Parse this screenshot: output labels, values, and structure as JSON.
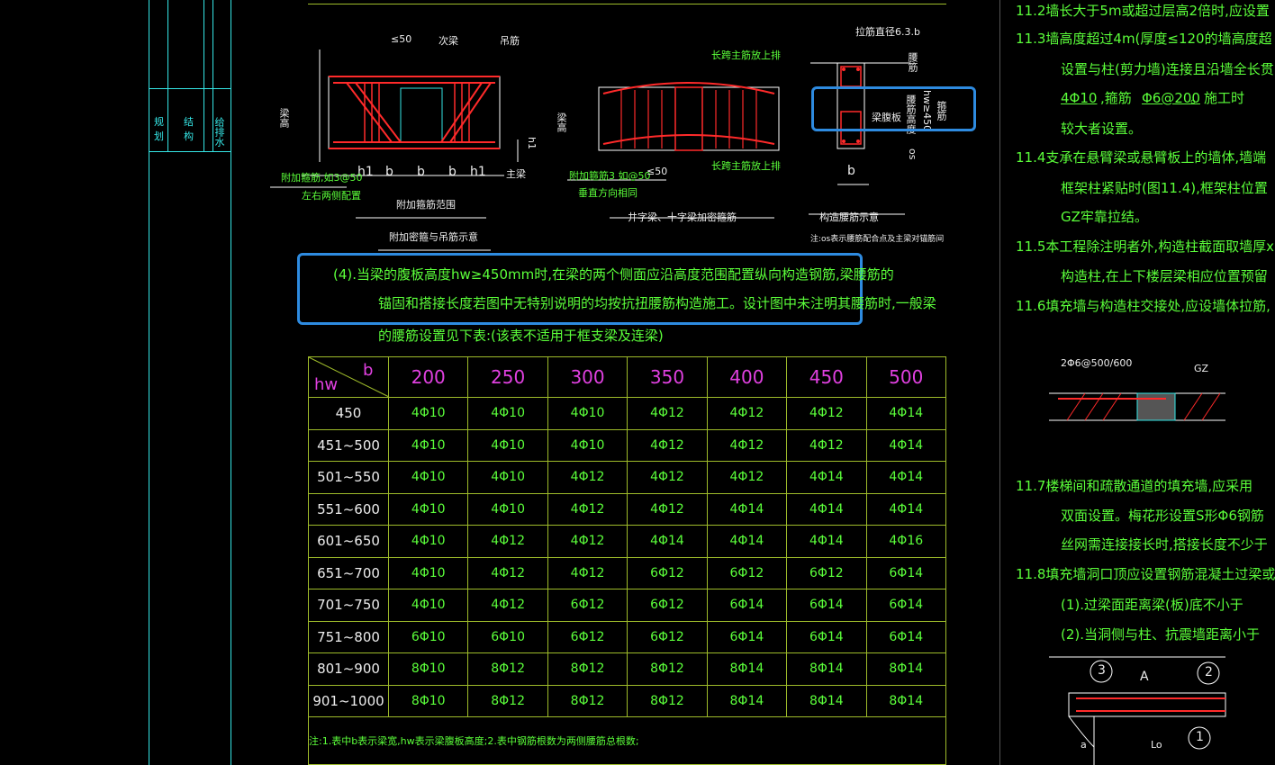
{
  "title_block": {
    "labels": [
      "规",
      "划",
      "结",
      "构",
      "给排水"
    ]
  },
  "figures": {
    "fig1": {
      "caption": "附加箍筋范围",
      "title": "附加密箍与吊筋示意",
      "labels": {
        "le50": "≤50",
        "secondary_beam": "次梁",
        "hanger": "吊筋",
        "beam_height": "梁高",
        "main_beam": "主梁",
        "h1_right": "h1",
        "dims": [
          "h1",
          "b",
          "b",
          "b",
          "h1"
        ],
        "note1": "附加箍筋,如3@50",
        "note2": "左右两侧配置"
      }
    },
    "fig2": {
      "title": "井字梁、十字梁加密箍筋",
      "labels": {
        "top": "长跨主筋放上排",
        "bottom": "长跨主筋放上排",
        "beam_height": "梁高",
        "note1": "附加箍筋3 如@50",
        "note2": "垂直方向相同",
        "le50": "≤50"
      }
    },
    "fig3": {
      "title": "构造腰筋示意",
      "note": "注:os表示腰筋配合点及主梁对锚筋间",
      "labels": {
        "tie": "拉筋直径6.3.b",
        "side": "腰筋",
        "web_bar": "腰筋高度",
        "hw": "hw≥450",
        "rebar": "箍筋",
        "web": "梁腹板",
        "b": "b",
        "os": "os"
      }
    }
  },
  "paragraph": {
    "line1": "(4).当梁的腹板高度hw≥450mm时,在梁的两个侧面应沿高度范围配置纵向构造钢筋,梁腰筋的",
    "line2": "锚固和搭接长度若图中无特别说明的均按抗扭腰筋构造施工。设计图中未注明其腰筋时,一般梁",
    "line3": "的腰筋设置见下表:(该表不适用于框支梁及连梁)"
  },
  "table": {
    "corner_b": "b",
    "corner_hw": "hw",
    "columns": [
      "200",
      "250",
      "300",
      "350",
      "400",
      "450",
      "500"
    ],
    "rows": [
      {
        "hw": "450",
        "cells": [
          "4Φ10",
          "4Φ10",
          "4Φ10",
          "4Φ12",
          "4Φ12",
          "4Φ12",
          "4Φ14"
        ]
      },
      {
        "hw": "451~500",
        "cells": [
          "4Φ10",
          "4Φ10",
          "4Φ10",
          "4Φ12",
          "4Φ12",
          "4Φ12",
          "4Φ14"
        ]
      },
      {
        "hw": "501~550",
        "cells": [
          "4Φ10",
          "4Φ10",
          "4Φ12",
          "4Φ12",
          "4Φ12",
          "4Φ14",
          "4Φ14"
        ]
      },
      {
        "hw": "551~600",
        "cells": [
          "4Φ10",
          "4Φ10",
          "4Φ12",
          "4Φ12",
          "4Φ14",
          "4Φ14",
          "4Φ14"
        ]
      },
      {
        "hw": "601~650",
        "cells": [
          "4Φ10",
          "4Φ12",
          "4Φ12",
          "4Φ14",
          "4Φ14",
          "4Φ14",
          "4Φ16"
        ]
      },
      {
        "hw": "651~700",
        "cells": [
          "4Φ10",
          "4Φ12",
          "4Φ12",
          "6Φ12",
          "6Φ12",
          "6Φ12",
          "6Φ14"
        ]
      },
      {
        "hw": "701~750",
        "cells": [
          "4Φ10",
          "4Φ12",
          "6Φ12",
          "6Φ12",
          "6Φ14",
          "6Φ14",
          "6Φ14"
        ]
      },
      {
        "hw": "751~800",
        "cells": [
          "6Φ10",
          "6Φ10",
          "6Φ12",
          "6Φ12",
          "6Φ14",
          "6Φ14",
          "6Φ14"
        ]
      },
      {
        "hw": "801~900",
        "cells": [
          "8Φ10",
          "8Φ12",
          "8Φ12",
          "8Φ12",
          "8Φ14",
          "8Φ14",
          "8Φ14"
        ]
      },
      {
        "hw": "901~1000",
        "cells": [
          "8Φ10",
          "8Φ12",
          "8Φ12",
          "8Φ12",
          "8Φ14",
          "8Φ14",
          "8Φ14"
        ]
      }
    ],
    "note": "注:1.表中b表示梁宽,hw表示梁腹板高度;2.表中钢筋根数为两侧腰筋总根数;"
  },
  "right_notes": {
    "n1": "11.2墙长大于5m或超过层高2倍时,应设置",
    "n2": "11.3墙高度超过4m(厚度≤120的墙高度超",
    "n2b": "设置与柱(剪力墙)连接且沿墙全长贯",
    "n2c": "4Φ10",
    "n2c2": ",箍筋",
    "n2c3": "Φ6@200",
    "n2c4": "。施工时",
    "n2d": "较大者设置。",
    "n3": "11.4支承在悬臂梁或悬臂板上的墙体,墙端",
    "n3b": "框架柱紧贴时(图11.4),框架柱位置",
    "n3c": "GZ牢靠拉结。",
    "n4": "11.5本工程除注明者外,构造柱截面取墙厚x",
    "n4b": "构造柱,在上下楼层梁相应位置预留",
    "n5": "11.6填充墙与构造柱交接处,应设墙体拉筋,",
    "fig_label": "2Φ6@500/600",
    "gz": "GZ",
    "n6": "11.7楼梯间和疏散通道的填充墙,应采用",
    "n6b": "双面设置。梅花形设置S形Φ6钢筋",
    "n6c": "丝网需连接接长时,搭接长度不少于",
    "n7": "11.8填充墙洞口顶应设置钢筋混凝土过梁或",
    "n7b": "(1).过梁面距离梁(板)底不小于",
    "n7c": "(2).当洞侧与柱、抗震墙距离小于",
    "circle3": "3",
    "circle2": "2",
    "circle1": "1",
    "A": "A",
    "a": "a",
    "Lo": "Lo"
  }
}
